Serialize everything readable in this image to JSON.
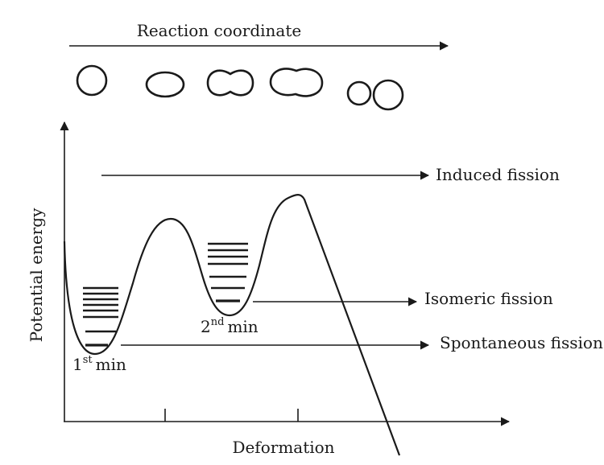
{
  "diagram": {
    "top_arrow_label": "Reaction coordinate",
    "y_axis_label": "Potential energy",
    "x_axis_label": "Deformation",
    "arrows": {
      "induced": "Induced fission",
      "isomeric": "Isomeric fission",
      "spontaneous": "Spontaneous fission"
    },
    "minima": {
      "first_num": "1",
      "first_sup": "st",
      "first_word": "min",
      "second_num": "2",
      "second_sup": "nd",
      "second_word": "min"
    },
    "shapes": [
      "sphere",
      "oblate",
      "dumbbell",
      "elongated",
      "two-fragments"
    ],
    "colors": {
      "ink": "#1a1a1a",
      "background": "#ffffff"
    }
  }
}
